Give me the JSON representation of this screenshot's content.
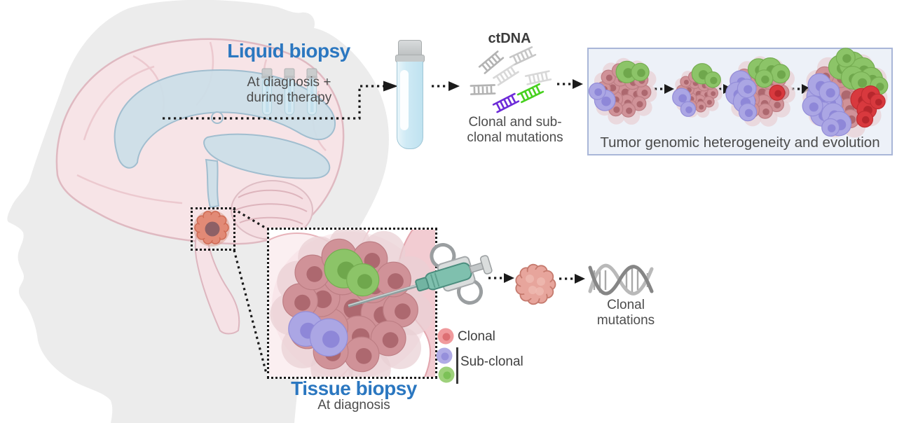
{
  "diagram": {
    "liquid_biopsy": {
      "title": "Liquid biopsy",
      "timing_line1": "At diagnosis +",
      "timing_line2": "during therapy"
    },
    "ctdna": {
      "label": "ctDNA",
      "caption_line1": "Clonal and sub-",
      "caption_line2": "clonal mutations"
    },
    "tumor_evolution": {
      "caption": "Tumor genomic heterogeneity and evolution",
      "stages": [
        {
          "stage": 1,
          "clones": [
            "clonal",
            "sub-clonal-green",
            "sub-clonal-purple"
          ]
        },
        {
          "stage": 2,
          "clones": [
            "clonal",
            "sub-clonal-green",
            "sub-clonal-purple"
          ]
        },
        {
          "stage": 3,
          "clones": [
            "clonal",
            "sub-clonal-green",
            "sub-clonal-purple",
            "new-clone-red"
          ]
        },
        {
          "stage": 4,
          "clones": [
            "clonal",
            "sub-clonal-green",
            "sub-clonal-purple",
            "new-clone-red"
          ]
        }
      ]
    },
    "tissue_biopsy": {
      "title": "Tissue biopsy",
      "timing": "At diagnosis"
    },
    "tissue_result": {
      "caption_line1": "Clonal",
      "caption_line2": "mutations"
    },
    "legend": {
      "clonal_label": "Clonal",
      "subclonal_label": "Sub-clonal"
    },
    "colors": {
      "accent_blue": "#2b77c0",
      "text_gray": "#4d4d4d",
      "clonal_pink": "#ef999c",
      "subclonal_purple": "#aba6e4",
      "subclonal_green": "#8fc968",
      "new_clone_red": "#d8393e",
      "ctdna_gray": "#b5b5b5",
      "ctdna_purple": "#6d2bd8",
      "ctdna_green": "#46d120"
    }
  }
}
